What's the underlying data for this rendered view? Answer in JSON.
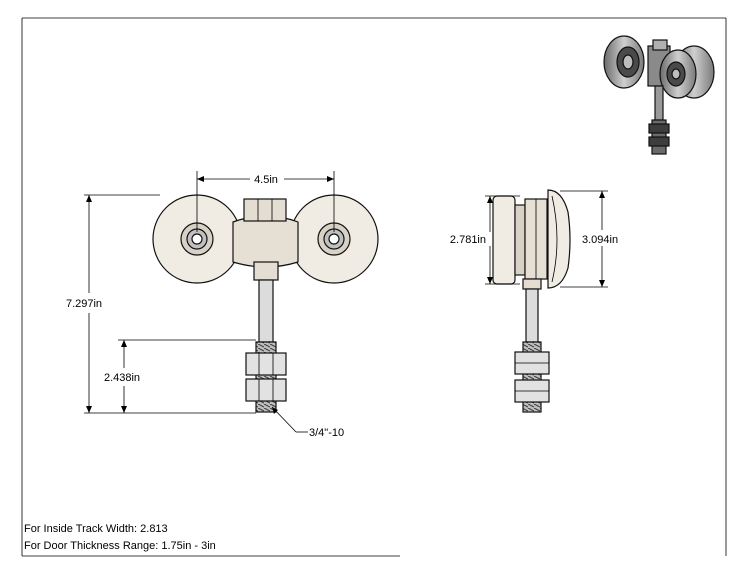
{
  "dimensions": {
    "wheel_spacing": "4.5in",
    "overall_height": "7.297in",
    "thread_length": "2.438in",
    "thread_spec": "3/4\"-10",
    "side_height_inner": "2.781in",
    "side_height_outer": "3.094in"
  },
  "notes": {
    "track_width": "For Inside Track Width: 2.813",
    "door_thickness": "For Door Thickness Range: 1.75in - 3in"
  },
  "colors": {
    "wheel_fill": "#f1ece3",
    "hub_fill": "#d8d2c6",
    "steel_fill": "#c9c9c9",
    "line": "#000000"
  }
}
